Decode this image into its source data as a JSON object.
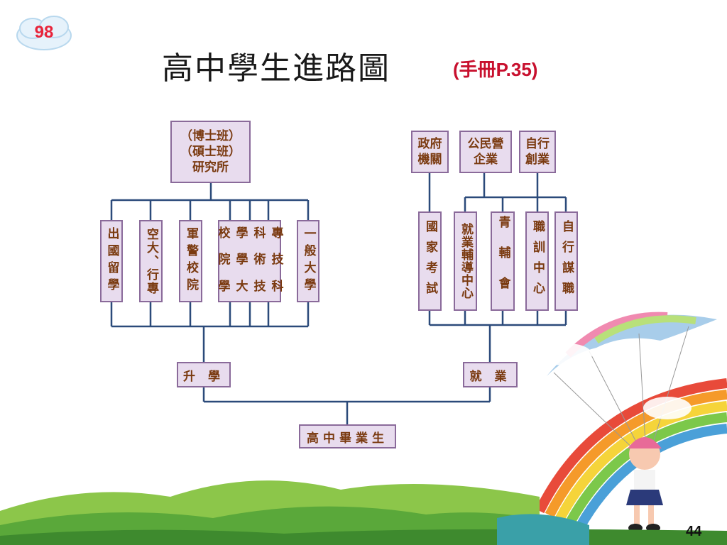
{
  "slide": {
    "badge": "98",
    "title": "高中學生進路圖",
    "subtitle": "(手冊P.35)",
    "page_number": "44"
  },
  "diagram": {
    "root": "高中畢業生",
    "branches": {
      "study": "升 學",
      "work": "就 業"
    },
    "study_nodes": [
      "出國留學",
      "空大、行專",
      "軍警校院",
      "專科學校",
      "技術學院",
      "科技大學",
      "一般大學"
    ],
    "study_top": [
      "（博士班）",
      "（碩士班）",
      "研究所"
    ],
    "work_nodes": [
      "國家考試",
      "就業輔導中心",
      "青輔會",
      "職訓中心",
      "自行謀職"
    ],
    "work_top": [
      "政府機關",
      "公民營企業",
      "自行創業"
    ]
  },
  "colors": {
    "line": "#2b4a7a",
    "box_fill": "#e8dcee",
    "box_border": "#8a6a9a",
    "box_text": "#7a3a10",
    "badge": "#e8243a"
  }
}
